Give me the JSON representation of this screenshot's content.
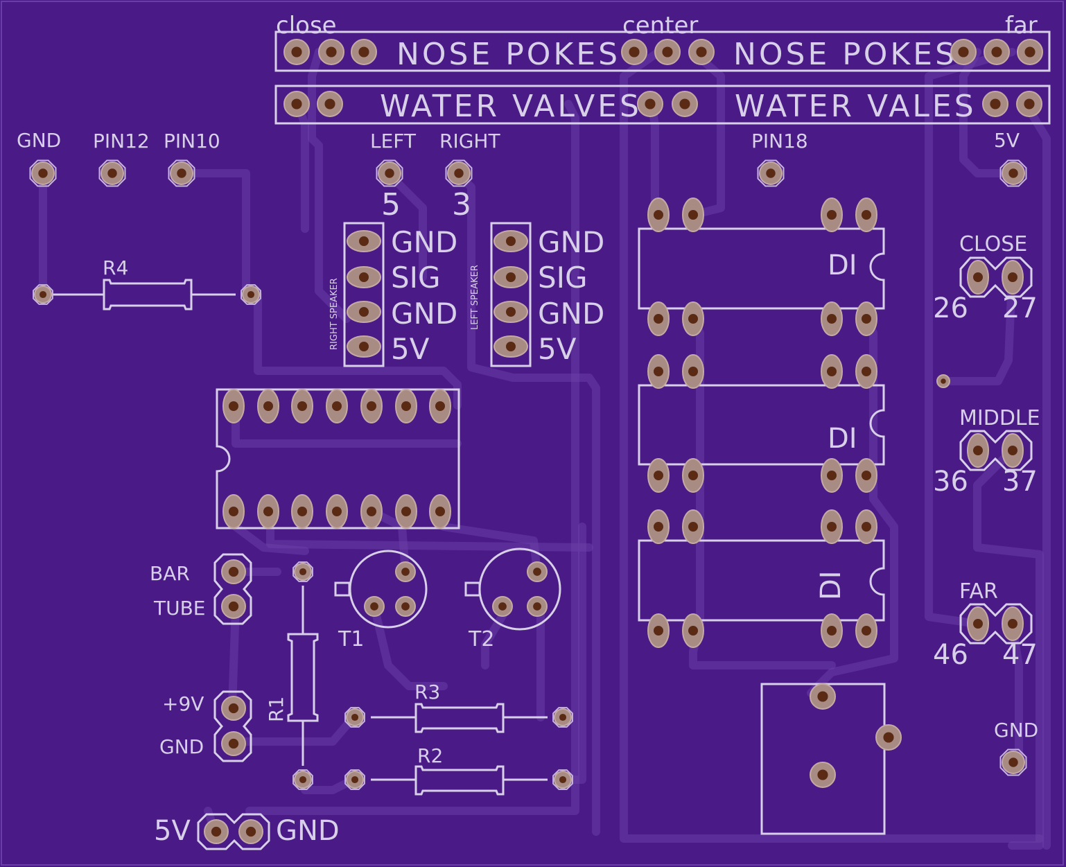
{
  "colors": {
    "board": "#4a1a86",
    "silkscreen": "#d8d0e8",
    "pad": "#a88c84",
    "trace": "#6a3ea8"
  },
  "header": {
    "close": "close",
    "center": "center",
    "far": "far",
    "nose_pokes_1": "NOSE POKES",
    "nose_pokes_2": "NOSE POKES",
    "water_valves_1": "WATER VALVES",
    "water_valves_2": "WATER VALES"
  },
  "pins_top": {
    "gnd": "GND",
    "pin12": "PIN12",
    "pin10": "PIN10",
    "left": "LEFT",
    "right": "RIGHT",
    "num_5": "5",
    "num_3": "3",
    "pin18": "PIN18",
    "v5": "5V"
  },
  "resistors": {
    "r1": "R1",
    "r2": "R2",
    "r3": "R3",
    "r4": "R4"
  },
  "speakers": {
    "right_title": "RIGHT SPEAKER",
    "left_title": "LEFT SPEAKER",
    "pins": [
      "GND",
      "SIG",
      "GND",
      "5V"
    ]
  },
  "chips": {
    "ic1": "DI",
    "ic2": "DI",
    "ic3": "DI"
  },
  "sensors": {
    "close": "CLOSE",
    "close_a": "26",
    "close_b": "27",
    "middle": "MIDDLE",
    "middle_a": "36",
    "middle_b": "37",
    "far": "FAR",
    "far_a": "46",
    "far_b": "47",
    "gnd": "GND"
  },
  "left_connectors": {
    "bar": "BAR",
    "tube": "TUBE",
    "plus9v": "+9V",
    "gnd": "GND"
  },
  "transistors": {
    "t1": "T1",
    "t2": "T2"
  },
  "power": {
    "v5": "5V",
    "gnd": "GND"
  }
}
